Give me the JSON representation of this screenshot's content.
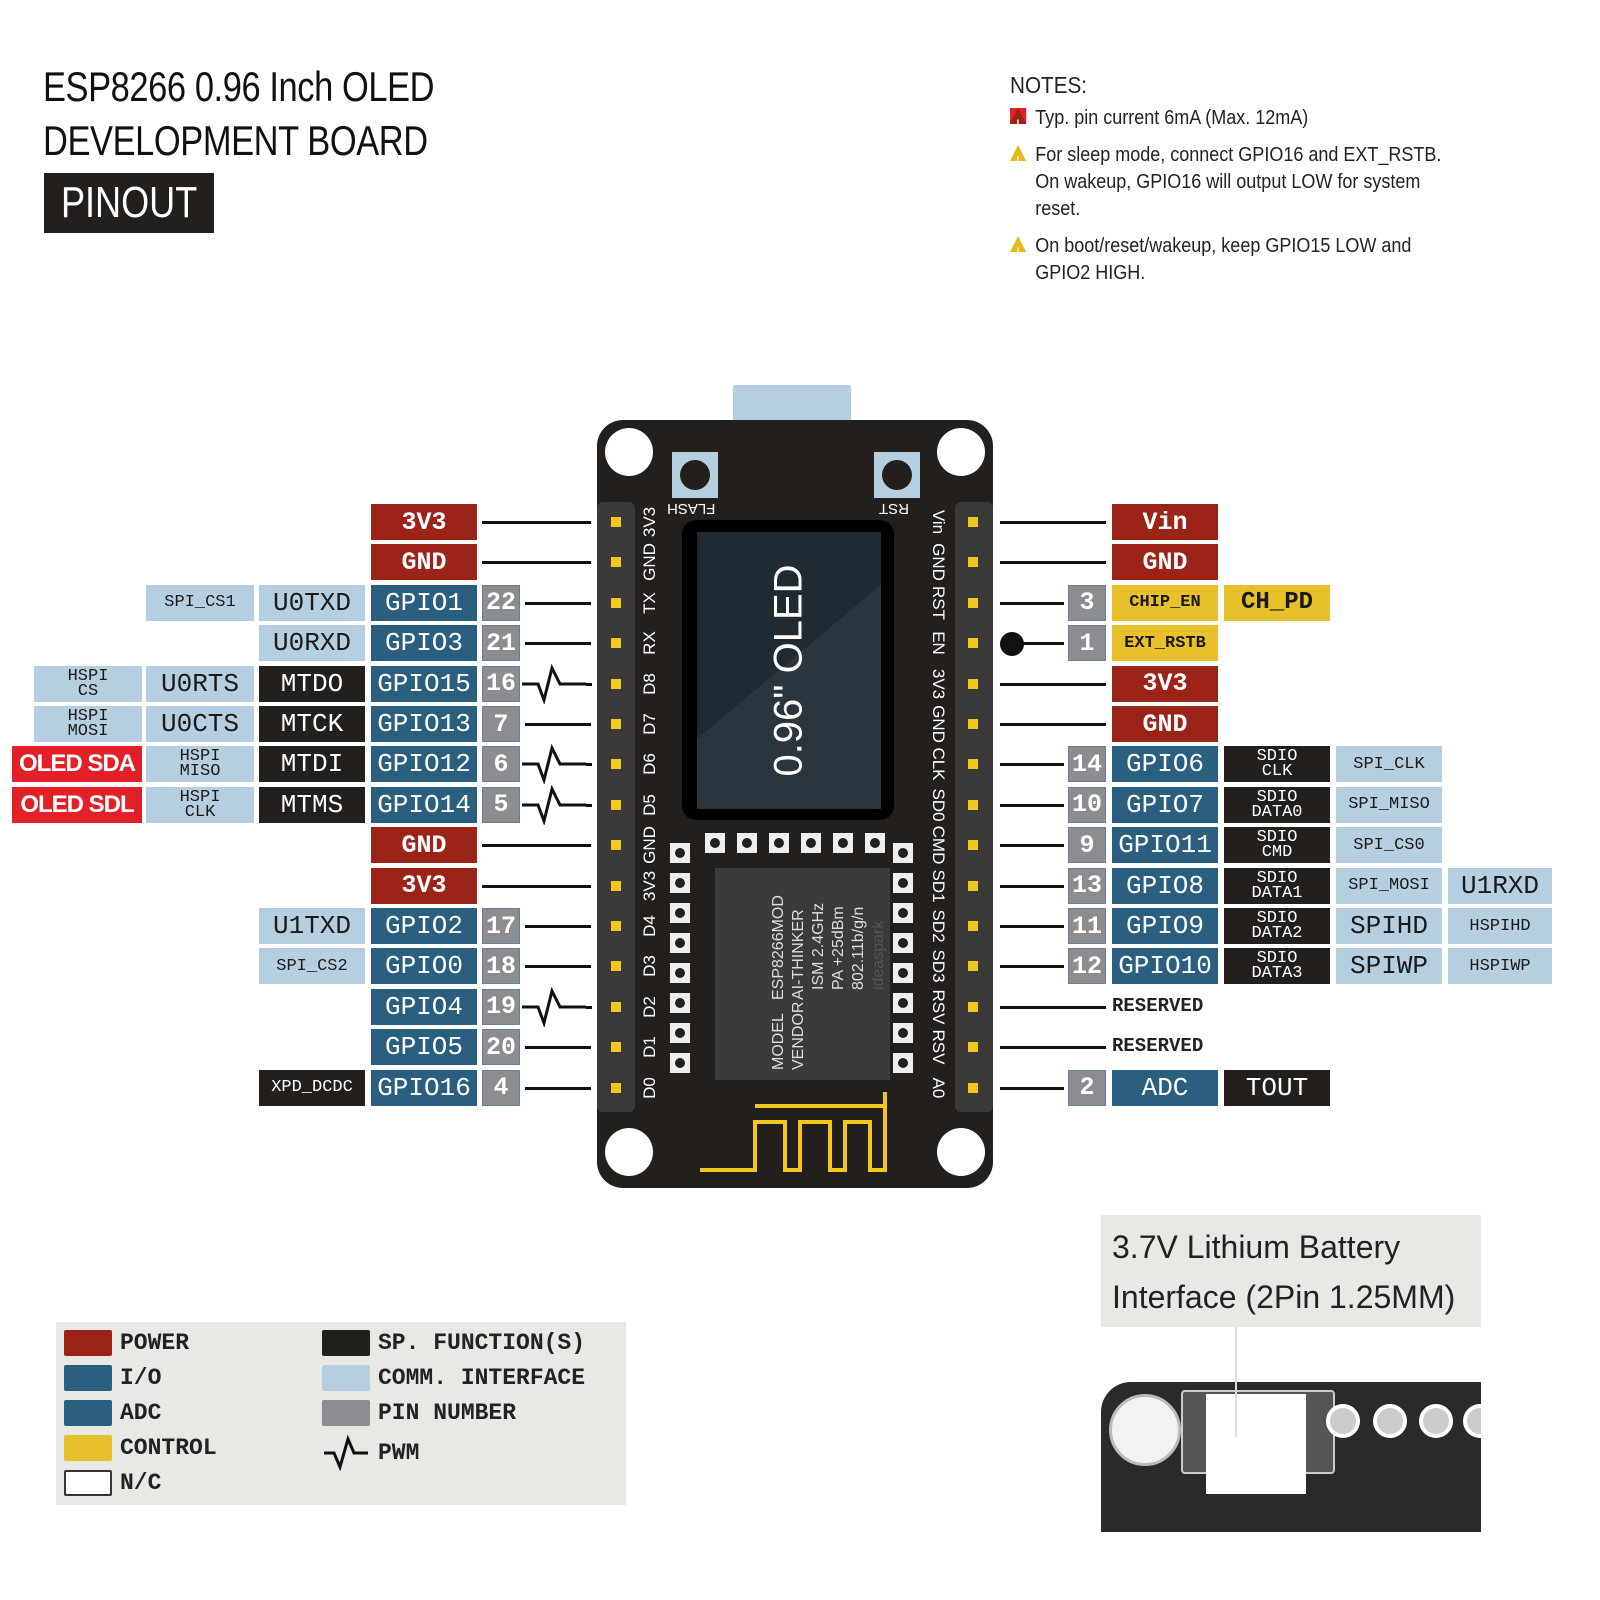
{
  "header": {
    "title_line1": "ESP8266 0.96 Inch OLED",
    "title_line2": "DEVELOPMENT BOARD",
    "badge": "PINOUT"
  },
  "notes": {
    "heading": "NOTES:",
    "items": [
      {
        "severity": "danger",
        "icon": "warning-triangle-red-icon",
        "text": "Typ. pin current 6mA (Max. 12mA)"
      },
      {
        "severity": "warning",
        "icon": "warning-triangle-yellow-icon",
        "text": "For sleep mode, connect GPIO16 and EXT_RSTB. On wakeup, GPIO16 will output LOW for system reset."
      },
      {
        "severity": "warning",
        "icon": "warning-triangle-yellow-icon",
        "text": "On boot/reset/wakeup, keep GPIO15 LOW and GPIO2 HIGH."
      }
    ]
  },
  "colors": {
    "power": "#9b2318",
    "io": "#2a5f80",
    "adc": "#2a5f80",
    "control": "#e7c02c",
    "sp_function": "#231f1d",
    "comm_interface": "#b6cfe0",
    "pin_number": "#8c8d90",
    "oled_highlight": "#e32028",
    "board": "#231f1d"
  },
  "board": {
    "oled_label": "0.96\" OLED",
    "flash_button": "FLASH",
    "rst_button": "RST",
    "module_text": [
      "MODEL",
      "VENDOR",
      "ESP8266MOD",
      "AI-THINKER",
      "ISM 2.4GHz",
      "PA +25dBm",
      "802.11b/g/n"
    ],
    "module_brand": "ideaspark",
    "left_silk": [
      "3V3",
      "GND",
      "TX",
      "RX",
      "D8",
      "D7",
      "D6",
      "D5",
      "GND",
      "3V3",
      "D4",
      "D3",
      "D2",
      "D1",
      "D0"
    ],
    "right_silk": [
      "Vin",
      "GND",
      "RST",
      "EN",
      "3V3",
      "GND",
      "CLK",
      "SD0",
      "CMD",
      "SD1",
      "SD2",
      "SD3",
      "RSV",
      "RSV",
      "A0"
    ]
  },
  "left_pins": [
    {
      "main": "3V3",
      "type": "power"
    },
    {
      "main": "GND",
      "type": "power"
    },
    {
      "main": "GPIO1",
      "type": "io",
      "num": "22",
      "comm": "U0TXD",
      "comm2": "SPI_CS1"
    },
    {
      "main": "GPIO3",
      "type": "io",
      "num": "21",
      "comm": "U0RXD"
    },
    {
      "main": "GPIO15",
      "type": "io",
      "num": "16",
      "pwm": true,
      "sp": "MTDO",
      "comm": "U0RTS",
      "comm2": "HSPI CS"
    },
    {
      "main": "GPIO13",
      "type": "io",
      "num": "7",
      "sp": "MTCK",
      "comm": "U0CTS",
      "comm2": "HSPI MOSI"
    },
    {
      "main": "GPIO12",
      "type": "io",
      "num": "6",
      "pwm": true,
      "sp": "MTDI",
      "comm": "HSPI MISO",
      "oled": "OLED SDA"
    },
    {
      "main": "GPIO14",
      "type": "io",
      "num": "5",
      "pwm": true,
      "sp": "MTMS",
      "comm": "HSPI CLK",
      "oled": "OLED SDL"
    },
    {
      "main": "GND",
      "type": "power"
    },
    {
      "main": "3V3",
      "type": "power"
    },
    {
      "main": "GPIO2",
      "type": "io",
      "num": "17",
      "comm": "U1TXD"
    },
    {
      "main": "GPIO0",
      "type": "io",
      "num": "18",
      "comm": "SPI_CS2"
    },
    {
      "main": "GPIO4",
      "type": "io",
      "num": "19",
      "pwm": true
    },
    {
      "main": "GPIO5",
      "type": "io",
      "num": "20"
    },
    {
      "main": "GPIO16",
      "type": "io",
      "num": "4",
      "sp": "XPD_DCDC"
    }
  ],
  "right_pins": [
    {
      "main": "Vin",
      "type": "power"
    },
    {
      "main": "GND",
      "type": "power"
    },
    {
      "main": "CHIP_EN",
      "type": "control",
      "num": "3",
      "extra": "CH_PD"
    },
    {
      "main": "EXT_RSTB",
      "type": "control",
      "num": "1",
      "dot": true
    },
    {
      "main": "3V3",
      "type": "power"
    },
    {
      "main": "GND",
      "type": "power"
    },
    {
      "main": "GPIO6",
      "type": "io",
      "num": "14",
      "sp": "SDIO CLK",
      "comm": "SPI_CLK"
    },
    {
      "main": "GPIO7",
      "type": "io",
      "num": "10",
      "sp": "SDIO DATA0",
      "comm": "SPI_MISO"
    },
    {
      "main": "GPIO11",
      "type": "io",
      "num": "9",
      "sp": "SDIO CMD",
      "comm": "SPI_CS0"
    },
    {
      "main": "GPIO8",
      "type": "io",
      "num": "13",
      "sp": "SDIO DATA1",
      "comm": "SPI_MOSI",
      "comm2": "U1RXD"
    },
    {
      "main": "GPIO9",
      "type": "io",
      "num": "11",
      "sp": "SDIO DATA2",
      "comm": "SPIHD",
      "comm2": "HSPIHD"
    },
    {
      "main": "GPIO10",
      "type": "io",
      "num": "12",
      "sp": "SDIO DATA3",
      "comm": "SPIWP",
      "comm2": "HSPIWP"
    },
    {
      "main": "RESERVED",
      "type": "reserved"
    },
    {
      "main": "RESERVED",
      "type": "reserved"
    },
    {
      "main": "ADC",
      "type": "adc",
      "num": "2",
      "sp": "TOUT"
    }
  ],
  "legend": {
    "items": [
      {
        "label": "POWER",
        "swatch": "#9b2318"
      },
      {
        "label": "I/O",
        "swatch": "#2a5f80"
      },
      {
        "label": "ADC",
        "swatch": "#2a5f80"
      },
      {
        "label": "CONTROL",
        "swatch": "#e7c02c"
      },
      {
        "label": "N/C",
        "swatch": "#ffffff"
      },
      {
        "label": "SP. FUNCTION(S)",
        "swatch": "#231f1d"
      },
      {
        "label": "COMM. INTERFACE",
        "swatch": "#b6cfe0"
      },
      {
        "label": "PIN NUMBER",
        "swatch": "#8c8d90"
      },
      {
        "label": "PWM",
        "swatch": "pwm-wave"
      }
    ]
  },
  "battery": {
    "line1": "3.7V Lithium Battery",
    "line2": "Interface (2Pin 1.25MM)"
  }
}
